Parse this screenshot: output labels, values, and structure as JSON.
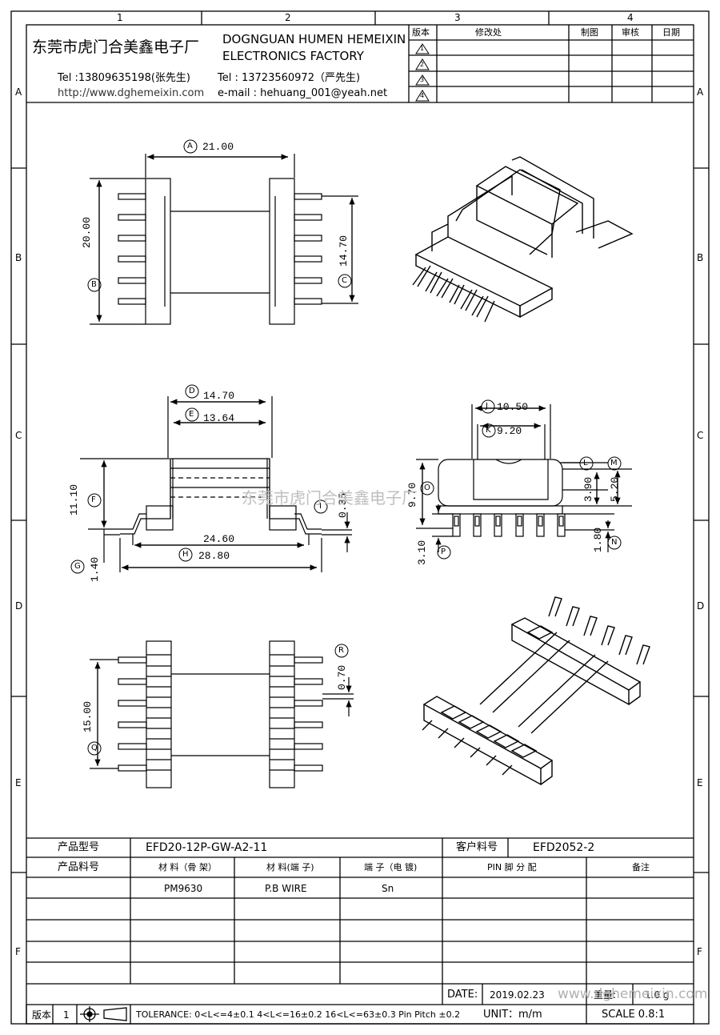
{
  "border": {
    "col_labels": [
      "1",
      "2",
      "3",
      "4"
    ],
    "row_labels": [
      "A",
      "B",
      "C",
      "D",
      "E",
      "F"
    ]
  },
  "header": {
    "company_cn": "东莞市虎门合美鑫电子厂",
    "company_en_line1": "DOGNGUAN HUMEN HEMEIXIN",
    "company_en_line2": "ELECTRONICS FACTORY",
    "tel1": "Tel :13809635198(张先生)",
    "website": "http://www.dghemeixin.com",
    "tel2": "Tel : 13723560972（严先生)",
    "email": "e-mail : hehuang_001@yeah.net"
  },
  "revision_table": {
    "headers": [
      "版本",
      "修改处",
      "制图",
      "审核",
      "日期"
    ],
    "versions": [
      "1",
      "2",
      "3",
      "4"
    ]
  },
  "dimensions": {
    "A": "21.00",
    "B": "20.00",
    "C": "14.70",
    "D": "14.70",
    "E": "13.64",
    "F": "11.10",
    "G": "1.40",
    "H": "28.80",
    "I": "0.35",
    "W": "24.60",
    "J": "10.50",
    "K": "9.20",
    "O": "9.70",
    "M1": "3.90",
    "M2": "5.20",
    "P": "3.10",
    "N": "1.80",
    "Q": "15.00",
    "R": "0.70"
  },
  "markers": [
    "A",
    "B",
    "C",
    "D",
    "E",
    "F",
    "G",
    "H",
    "I",
    "J",
    "K",
    "L",
    "M",
    "N",
    "O",
    "P",
    "Q",
    "R"
  ],
  "watermark": "东莞市虎门合美鑫电子厂",
  "title_block": {
    "product_model_label": "产品型号",
    "product_model": "EFD20-12P-GW-A2-11",
    "customer_part_label": "客户料号",
    "customer_part": "EFD2052-2",
    "product_part_label": "产品料号",
    "material_frame_label": "材 料（骨 架）",
    "material_pin_label": "材 料(端 子)",
    "pin_plating_label": "端 子（电 镀)",
    "pin_assign_label": "PIN 脚 分 配",
    "remark_label": "备注",
    "material_frame": "PM9630",
    "material_pin": "P.B WIRE",
    "pin_plating": "Sn",
    "date_label": "DATE:",
    "date_value": "2019.02.23",
    "weight_label": "重量:",
    "weight_value": "1.0 g",
    "unit_label": "UNIT：m/m",
    "scale_label": "SCALE  0.8:1",
    "version_label": "版本",
    "version_value": "1",
    "tolerance": "TOLERANCE:  0<L<=4±0.1  4<L<=16±0.2  16<L<=63±0.3  Pin Pitch  ±0.2",
    "url_watermark": "www.dghemeixin.com"
  }
}
